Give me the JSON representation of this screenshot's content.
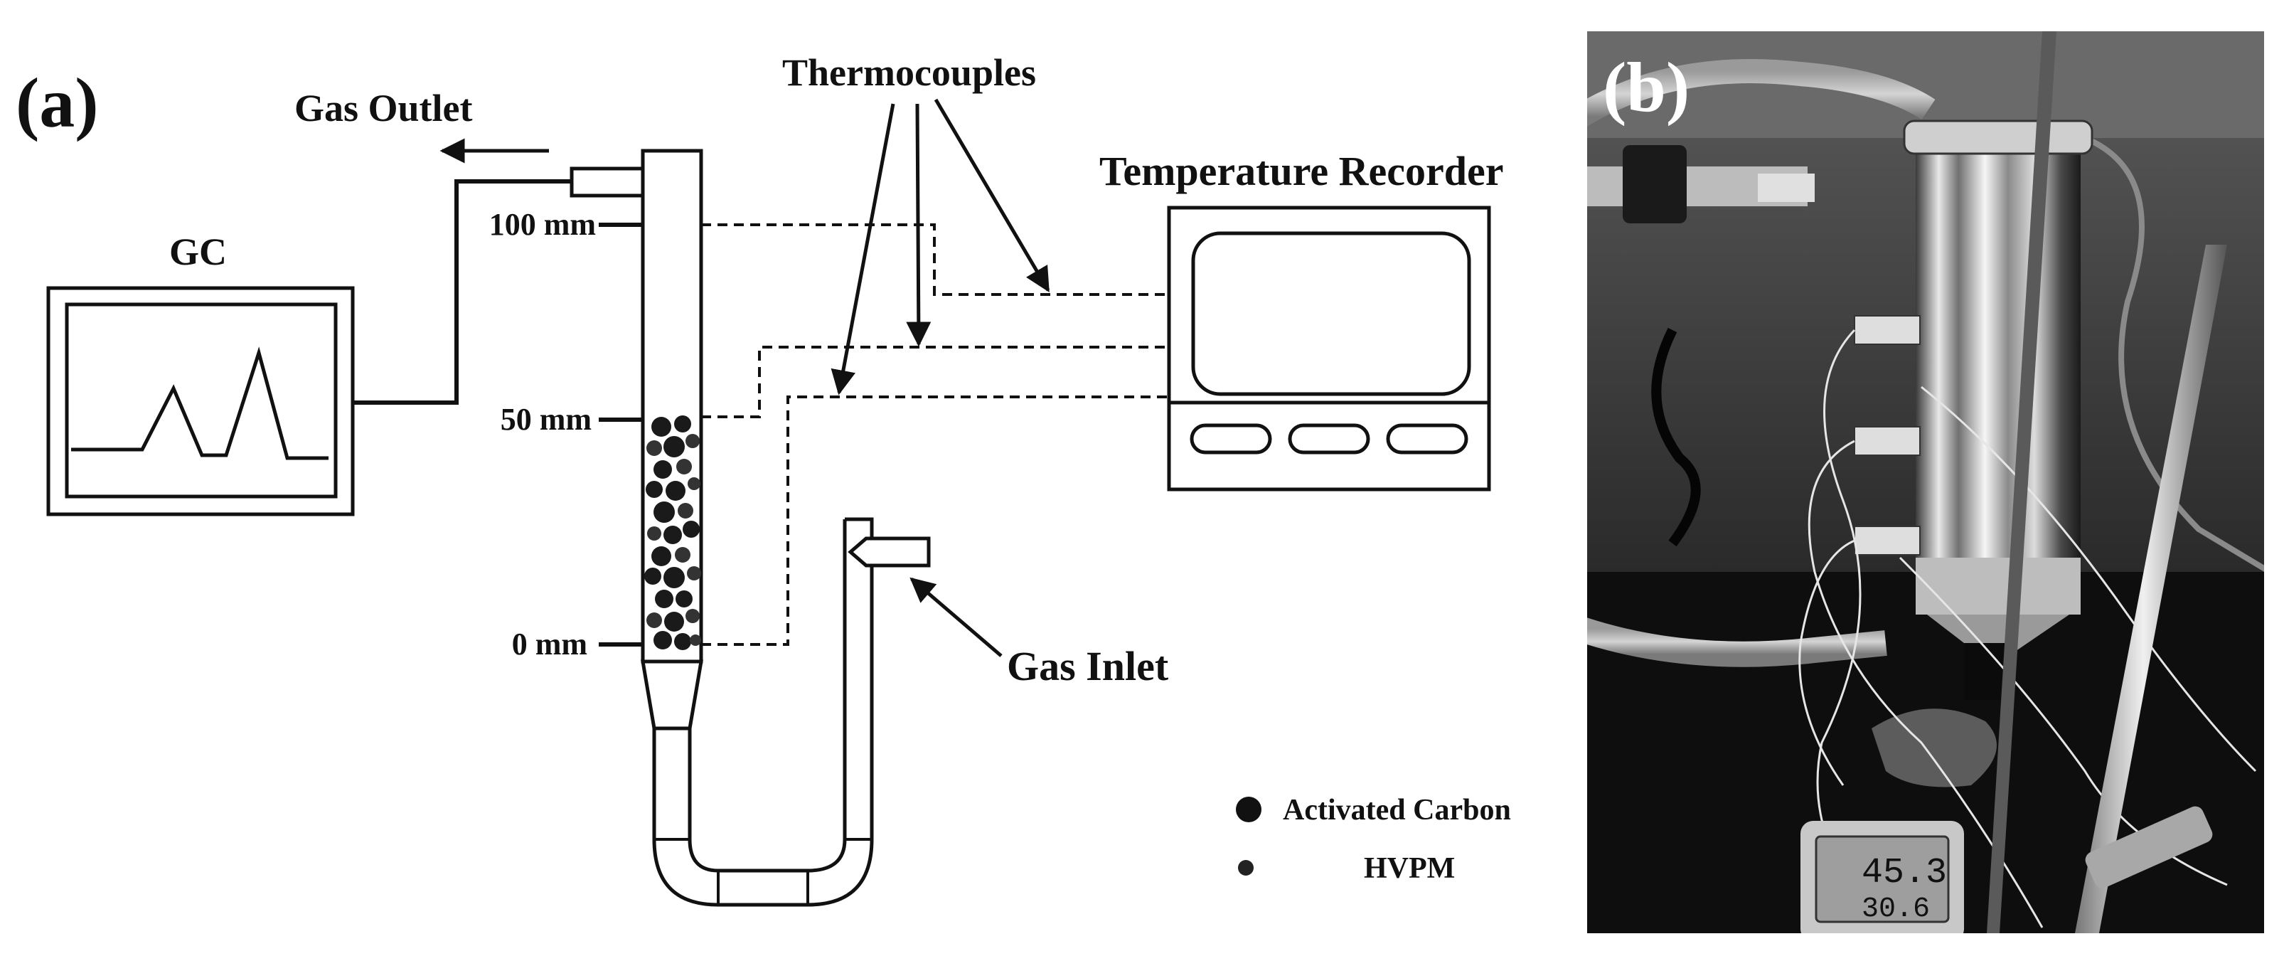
{
  "panel_a": {
    "label": "(a)",
    "gc_label": "GC",
    "gas_outlet": "Gas Outlet",
    "gas_inlet": "Gas Inlet",
    "thermocouples": "Thermocouples",
    "temperature_recorder": "Temperature Recorder",
    "scale": {
      "top": "100 mm",
      "mid": "50 mm",
      "bottom": "0 mm"
    },
    "legend": [
      {
        "label": "Activated Carbon",
        "marker": "large-dot"
      },
      {
        "label": "HVPM",
        "marker": "small-dot"
      }
    ]
  },
  "panel_b": {
    "label": "(b)",
    "meter_display": [
      "45.3",
      "30.6"
    ]
  },
  "colors": {
    "ink": "#111111",
    "background": "#ffffff"
  }
}
